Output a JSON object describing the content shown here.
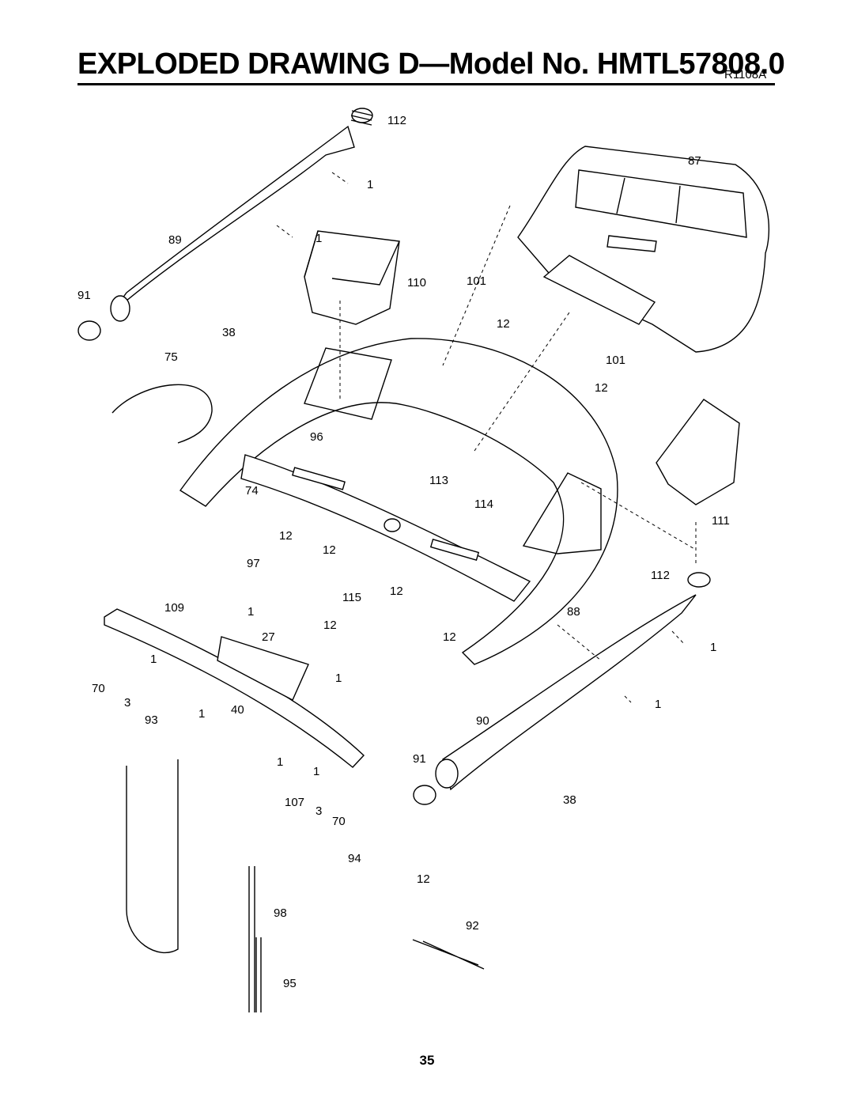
{
  "header": {
    "title": "EXPLODED DRAWING D—Model No. HMTL57808.0",
    "revision": "R1108A"
  },
  "callouts": [
    "112",
    "1",
    "87",
    "89",
    "1",
    "110",
    "101",
    "91",
    "38",
    "12",
    "101",
    "75",
    "12",
    "96",
    "113",
    "74",
    "114",
    "111",
    "12",
    "12",
    "97",
    "112",
    "115",
    "12",
    "109",
    "1",
    "88",
    "27",
    "12",
    "12",
    "1",
    "1",
    "1",
    "70",
    "3",
    "1",
    "40",
    "1",
    "93",
    "90",
    "1",
    "91",
    "1",
    "107",
    "3",
    "70",
    "38",
    "94",
    "12",
    "98",
    "92",
    "95"
  ],
  "footer": {
    "page_number": "35"
  }
}
